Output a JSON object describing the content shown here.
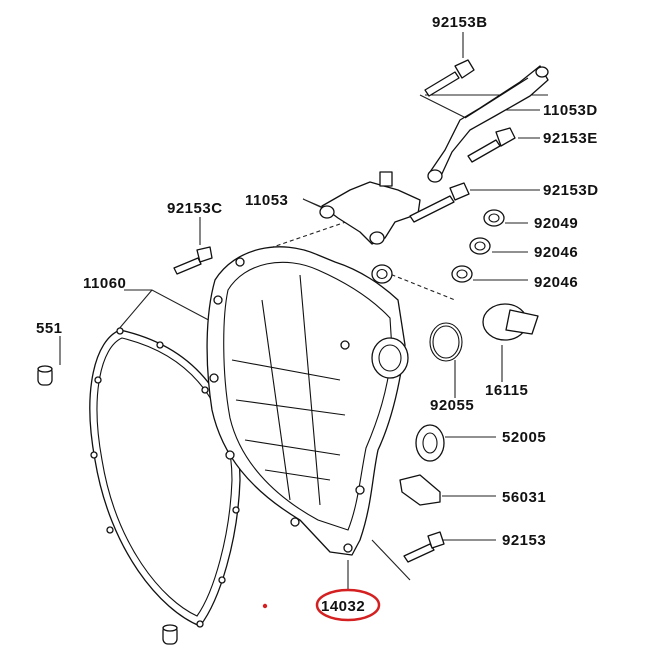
{
  "diagram": {
    "labels": {
      "p92153B": "92153B",
      "p11053D": "11053D",
      "p92153E": "92153E",
      "p92153C": "92153C",
      "p11053": "11053",
      "p92153D": "92153D",
      "p92049": "92049",
      "p92046a": "92046",
      "p92046b": "92046",
      "p11060": "11060",
      "p551": "551",
      "p16115": "16115",
      "p92055": "92055",
      "p52005": "52005",
      "p56031": "56031",
      "p92153": "92153",
      "p14032": "14032"
    },
    "highlight": {
      "part": "14032",
      "color": "#d42020"
    }
  }
}
